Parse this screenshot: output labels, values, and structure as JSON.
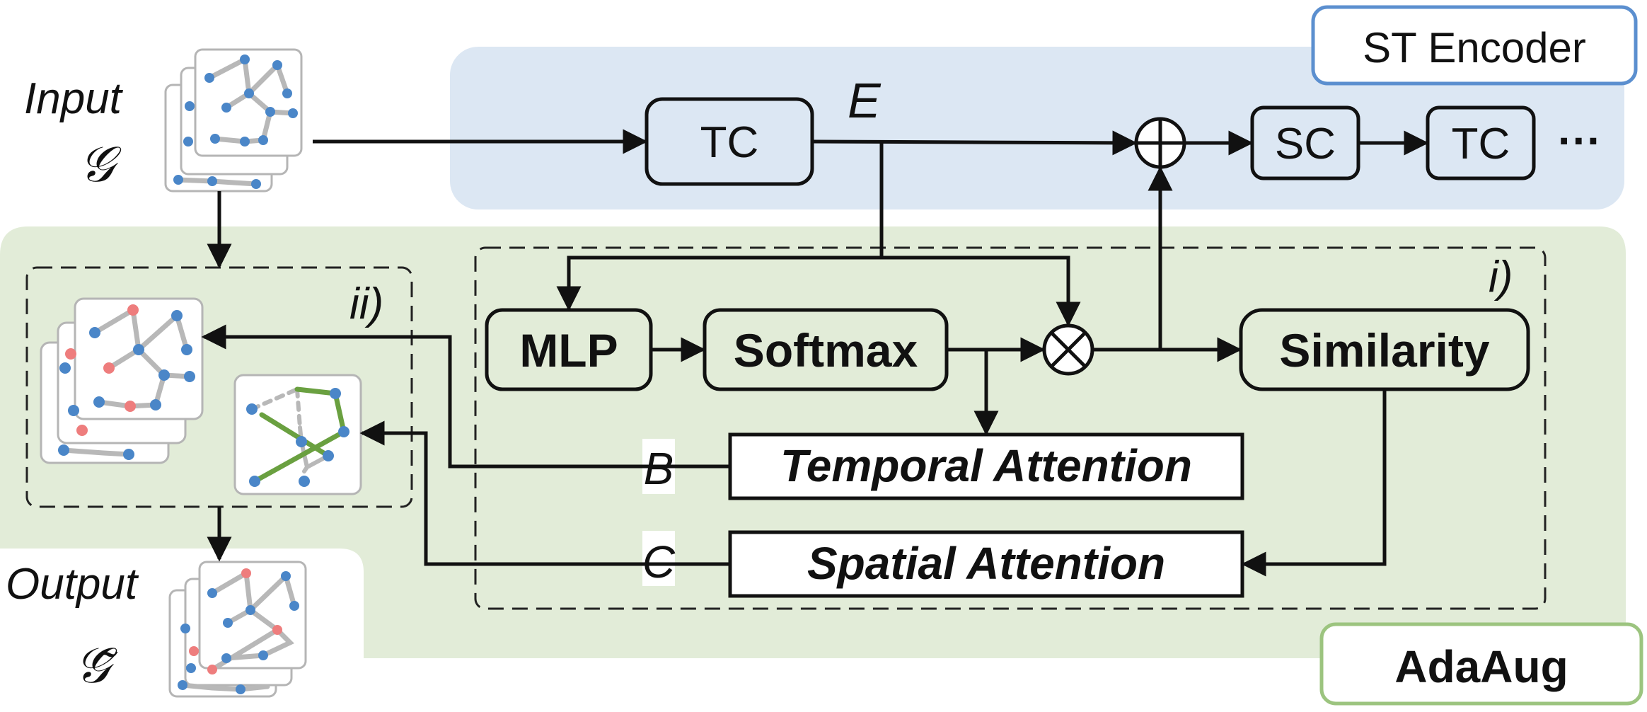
{
  "legend": {
    "encoder_label": "ST Encoder",
    "augment_label": "AdaAug"
  },
  "input": {
    "label": "Input",
    "symbol": "𝒢"
  },
  "output": {
    "label": "Output",
    "symbol": "𝒢̃"
  },
  "encoder": {
    "tc1": "TC",
    "sc": "SC",
    "tc2": "TC",
    "ellipsis": "···",
    "embedding": "E"
  },
  "augment": {
    "region_i": "i)",
    "region_ii": "ii)",
    "mlp": "MLP",
    "softmax": "Softmax",
    "similarity": "Similarity",
    "temporal_attention": "Temporal Attention",
    "spatial_attention": "Spatial Attention",
    "b_label": "B",
    "c_label": "C"
  },
  "colors": {
    "encoder_bg": "#dce7f3",
    "encoder_border": "#5b8fcf",
    "augment_bg": "#e2ecd8",
    "augment_border": "#9cc47f",
    "node_blue": "#4a86c8",
    "node_red": "#ee7d7d",
    "edge_gray": "#b8b8b8",
    "edge_green": "#6aa040"
  }
}
